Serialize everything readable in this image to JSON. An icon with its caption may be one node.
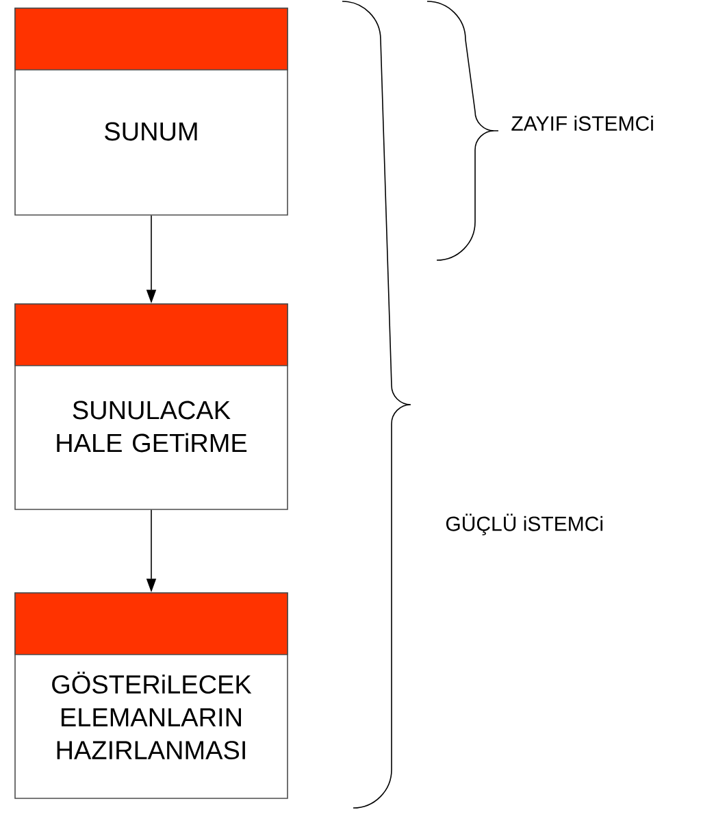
{
  "diagram": {
    "nodes": [
      {
        "text": [
          "SUNUM"
        ]
      },
      {
        "text": [
          "SUNULACAK HALE GETiRME"
        ]
      },
      {
        "text": [
          "GÖSTERiLECEK ELEMANLARIN HAZIRLANMASI"
        ]
      }
    ],
    "edges": [
      {
        "from": 0,
        "to": 1,
        "arrow": "to"
      },
      {
        "from": 1,
        "to": 2,
        "arrow": "to"
      }
    ],
    "labels": [
      "ZAYIF iSTEMCi",
      "GÜÇLÜ iSTEMCi"
    ]
  }
}
